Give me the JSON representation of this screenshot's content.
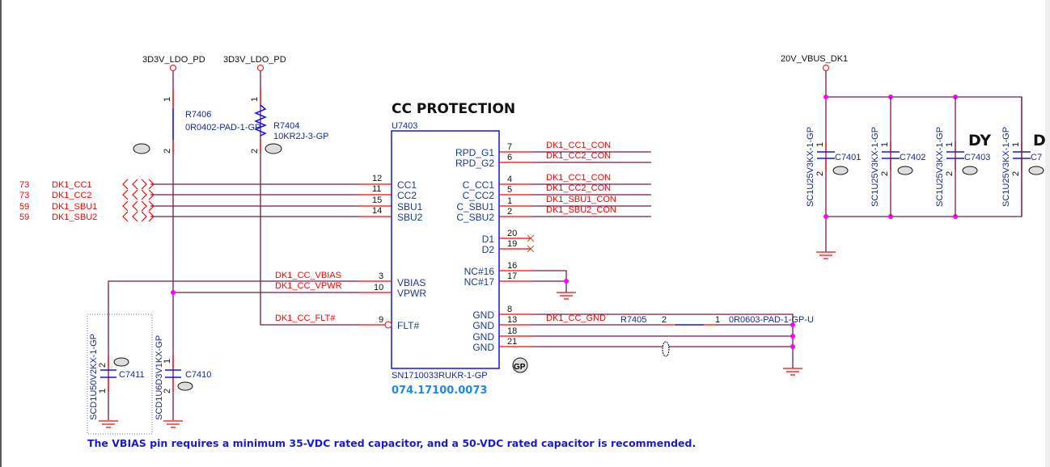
{
  "title": "CC PROTECTION",
  "power_nets": {
    "left1": "3D3V_LDO_PD",
    "left2": "3D3V_LDO_PD",
    "right": "20V_VBUS_DK1"
  },
  "resistors": {
    "r7406": {
      "ref": "R7406",
      "value": "0R0402-PAD-1-GP",
      "pin1": "1",
      "pin2": "2"
    },
    "r7404": {
      "ref": "R7404",
      "value": "10KR2J-3-GP",
      "pin1": "1",
      "pin2": "2"
    },
    "r7405": {
      "ref": "R7405",
      "value": "0R0603-PAD-1-GP-U",
      "pin1": "1",
      "pin2": "2"
    }
  },
  "left_nets": [
    {
      "page": "73",
      "name": "DK1_CC1",
      "pin": "12",
      "pin_name": "CC1"
    },
    {
      "page": "73",
      "name": "DK1_CC2",
      "pin": "11",
      "pin_name": "CC2"
    },
    {
      "page": "59",
      "name": "DK1_SBU1",
      "pin": "15",
      "pin_name": "SBU1"
    },
    {
      "page": "59",
      "name": "DK1_SBU2",
      "pin": "14",
      "pin_name": "SBU2"
    }
  ],
  "chip": {
    "ref": "U7403",
    "part": "SN1710033RUKR-1-GP",
    "part_number": "074.17100.0073",
    "left_pins": [
      {
        "num": "3",
        "name": "VBIAS",
        "net": "DK1_CC_VBIAS"
      },
      {
        "num": "10",
        "name": "VPWR",
        "net": "DK1_CC_VPWR"
      },
      {
        "num": "9",
        "name": "FLT#",
        "net": "DK1_CC_FLT#"
      }
    ],
    "right_pins": [
      {
        "num": "7",
        "name": "RPD_G1",
        "net": "DK1_CC1_CON"
      },
      {
        "num": "6",
        "name": "RPD_G2",
        "net": "DK1_CC2_CON"
      },
      {
        "num": "4",
        "name": "C_CC1",
        "net": "DK1_CC1_CON"
      },
      {
        "num": "5",
        "name": "C_CC2",
        "net": "DK1_CC2_CON"
      },
      {
        "num": "1",
        "name": "C_SBU1",
        "net": "DK1_SBU1_CON"
      },
      {
        "num": "2",
        "name": "C_SBU2",
        "net": "DK1_SBU2_CON"
      },
      {
        "num": "20",
        "name": "D1",
        "net": ""
      },
      {
        "num": "19",
        "name": "D2",
        "net": ""
      },
      {
        "num": "16",
        "name": "NC#16",
        "net": ""
      },
      {
        "num": "17",
        "name": "NC#17",
        "net": ""
      },
      {
        "num": "8",
        "name": "GND",
        "net": ""
      },
      {
        "num": "13",
        "name": "GND",
        "net": "DK1_CC_GND"
      },
      {
        "num": "18",
        "name": "GND",
        "net": ""
      },
      {
        "num": "21",
        "name": "GND",
        "net": ""
      }
    ]
  },
  "caps_left": [
    {
      "ref": "C7411",
      "value": "SCD1U50V2KX-1-GP",
      "pin_top": "2",
      "pin_bot": "1"
    },
    {
      "ref": "C7410",
      "value": "SCD1U6D3V1KX-GP",
      "pin_top": "1",
      "pin_bot": "2"
    }
  ],
  "caps_right": [
    {
      "ref": "C7401",
      "value": "SC1U25V3KX-1-GP",
      "pin_top": "1",
      "pin_bot": "2"
    },
    {
      "ref": "C7402",
      "value": "SC1U25V3KX-1-GP",
      "pin_top": "1",
      "pin_bot": "2"
    },
    {
      "ref": "C7403",
      "value": "SC1U25V3KX-1-GP",
      "pin_top": "1",
      "pin_bot": "2"
    },
    {
      "ref": "C7",
      "value": "SC1U25V3KX-1-GP",
      "pin_top": "1",
      "pin_bot": "2"
    }
  ],
  "markers": {
    "dy1": "DY",
    "dy2": "D",
    "gp": "GP"
  },
  "note": "The VBIAS pin requires a minimum 35-VDC rated capacitor, and a 50-VDC rated capacitor is recommended.",
  "colors": {
    "wire": "#7a1a4a",
    "net_label": "#ff0000",
    "component": "#1010ff",
    "junction": "#ff00ff",
    "part_number": "#1e88e5",
    "note": "#1a1ad0"
  }
}
